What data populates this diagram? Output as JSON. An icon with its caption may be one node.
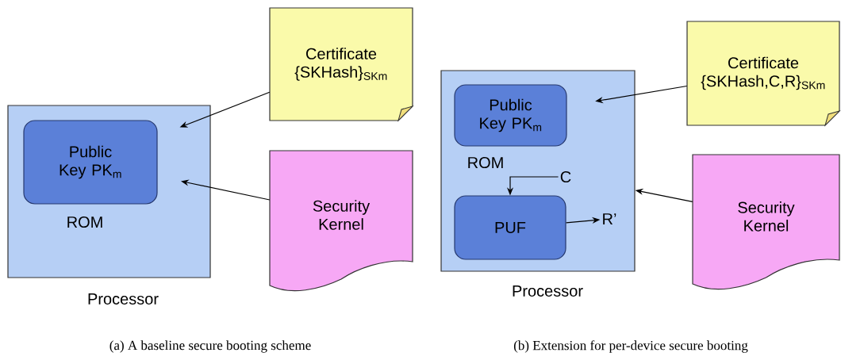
{
  "diagram": {
    "nodes": [
      {
        "text": [
          "Processor"
        ]
      },
      {
        "text": [
          "Public Key PK$_{m}$"
        ],
        "in": 0,
        "beside": [
          "ROM"
        ]
      },
      {
        "text": [
          "Certificate {SKHash}$_{SKm}$"
        ]
      },
      {
        "text": [
          "Security Kernel"
        ]
      },
      {
        "text": [
          "Processor"
        ]
      },
      {
        "text": [
          "Public Key PK$_{m}$"
        ],
        "in": 4,
        "beside": [
          "ROM"
        ]
      },
      {
        "text": [
          "PUF"
        ],
        "in": 4
      },
      {
        "text": [
          "Certificate {SKHash,C,R}$_{SKm}$"
        ]
      },
      {
        "text": [
          "Security Kernel"
        ]
      },
      {
        "text": [
          "C"
        ],
        "in": 4
      },
      {
        "text": [
          "R’"
        ],
        "in": 4
      }
    ],
    "edges": [
      {
        "from": 2,
        "to": 1,
        "arrow": "to"
      },
      {
        "from": 3,
        "to": 1,
        "arrow": "to"
      },
      {
        "from": 7,
        "to": 5,
        "arrow": "to"
      },
      {
        "from": 8,
        "to": 4,
        "arrow": "to"
      },
      {
        "from": 9,
        "to": 6,
        "arrow": "to"
      },
      {
        "from": 6,
        "to": 10,
        "arrow": "to"
      }
    ],
    "labels": [
      "(a) A baseline secure booting scheme",
      "(b) Extension for per-device secure booting"
    ]
  }
}
